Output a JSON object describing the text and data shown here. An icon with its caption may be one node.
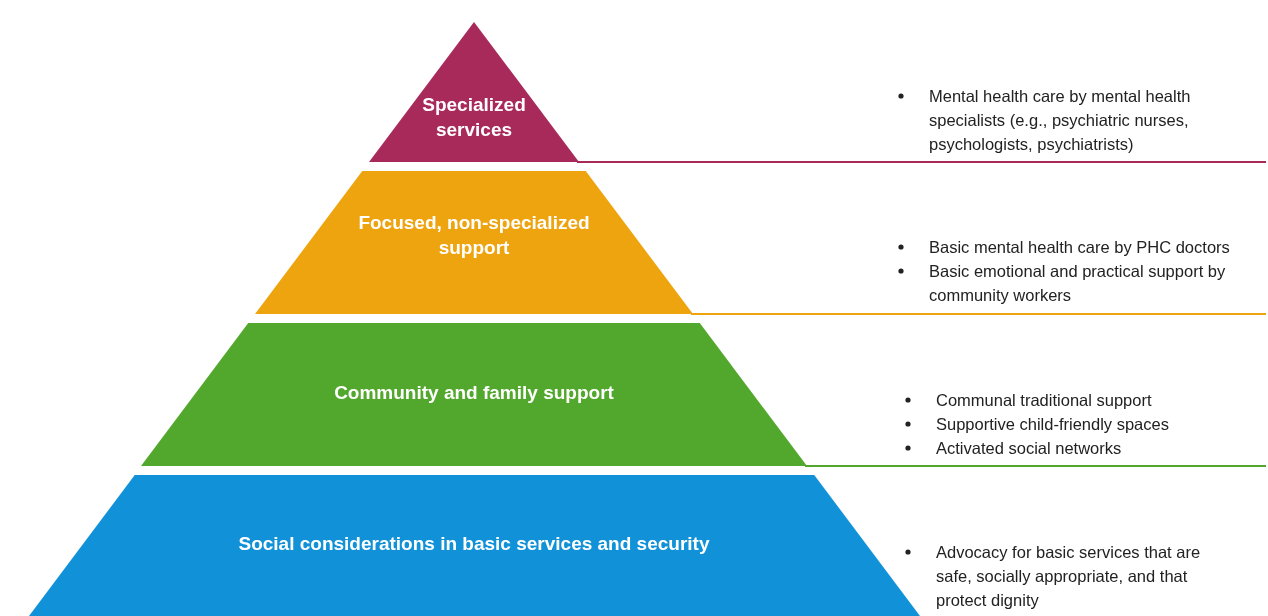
{
  "diagram": {
    "nodes": [
      {
        "text": [
          "Specialized services"
        ]
      },
      {
        "text": [
          "Focused, non-specialized support"
        ]
      },
      {
        "text": [
          "Community and family support"
        ]
      },
      {
        "text": [
          "Social considerations in basic services and security"
        ]
      }
    ],
    "labels": [
      "Mental health care by mental health specialists (e.g., psychiatric nurses, psychologists, psychiatrists)",
      "Basic mental health care by PHC doctors",
      "Basic emotional and practical support by community workers",
      "Communal traditional support",
      "Supportive child-friendly spaces",
      "Activated social networks",
      "Advocacy for basic services that are safe, socially appropriate, and that protect dignity"
    ]
  }
}
